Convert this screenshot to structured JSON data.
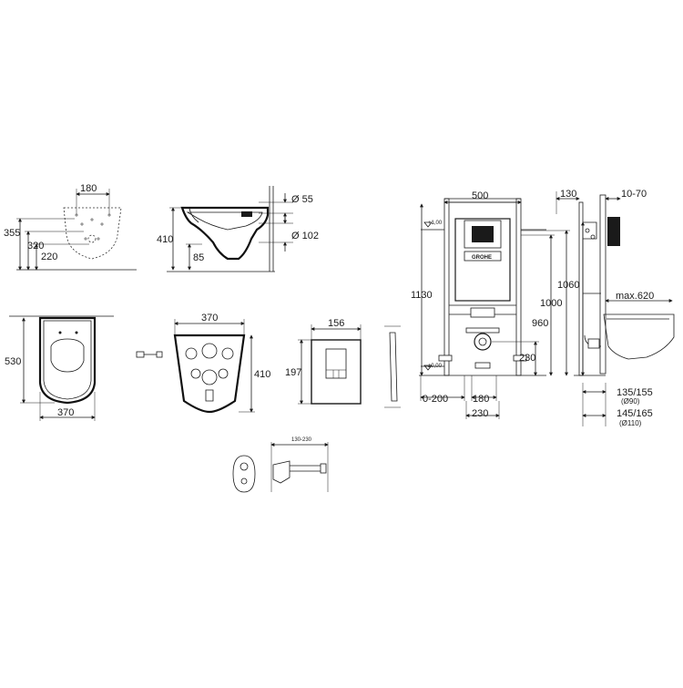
{
  "bowl_top": {
    "width": "180",
    "h1": "355",
    "h2": "320",
    "h3": "220"
  },
  "bowl_side": {
    "height": "410",
    "base": "85",
    "d_small": "Ø 55",
    "d_large": "Ø 102"
  },
  "bowl_plan": {
    "length": "530",
    "width": "370"
  },
  "template": {
    "width": "370",
    "height": "410"
  },
  "plate": {
    "width": "156",
    "height": "197"
  },
  "frame_front": {
    "width": "500",
    "height": "1130",
    "h1000": "1000",
    "h960": "960",
    "h230": "230",
    "offset": "0-200",
    "w180": "180",
    "w230": "230",
    "level_top": "+1,00",
    "level_bottom": "±0,00",
    "brand": "GROHE"
  },
  "frame_side": {
    "depth": "130",
    "range": "10-70",
    "height": "1060",
    "max": "max.620",
    "pipe1": "135/155",
    "pipe1_d": "(Ø90)",
    "pipe2": "145/165",
    "pipe2_d": "(Ø110)"
  },
  "flush_pipe": {
    "range": "130-230"
  }
}
